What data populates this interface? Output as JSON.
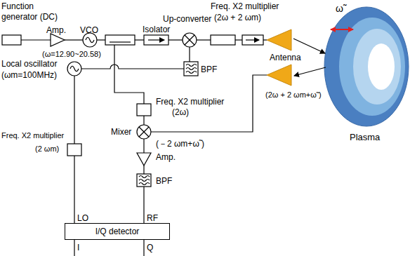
{
  "diagram": {
    "nodes": [
      {
        "text": [
          "I/Q detector"
        ]
      }
    ],
    "labels": [
      "Function generator (DC)",
      "Amp.",
      "VCO",
      "(ω=12.90~20.58)",
      "Isolator",
      "Up-converter",
      "Freq. X2 multiplier",
      "(2ω + 2 ωm)",
      "BPF",
      "Antenna",
      "ω̃",
      "Plasma",
      "Local oscillator",
      "(ωm=100MHz)",
      "(2ω + 2 ωm+ω̃ )",
      "Freq. X2 multiplier",
      "(2ω)",
      "Mixer",
      "Freq. X2 multiplier",
      "(2 ωm)",
      "(－2 ωm+ω̃ )",
      "Amp.",
      "BPF",
      "LO",
      "RF",
      "I",
      "Q"
    ]
  }
}
